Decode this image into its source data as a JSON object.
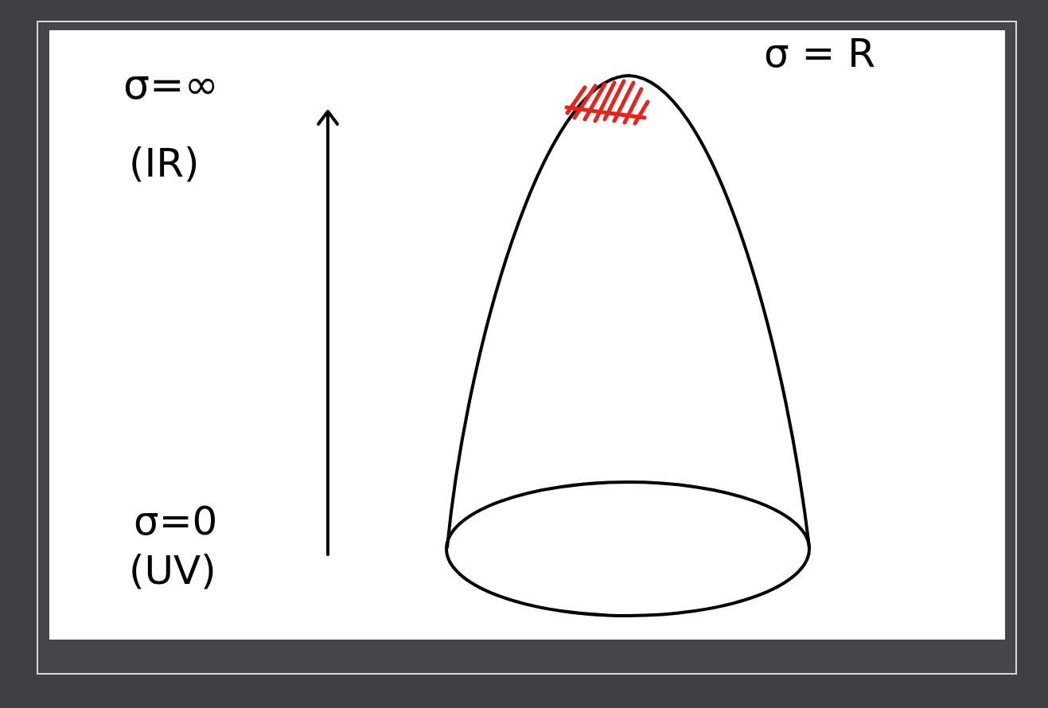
{
  "diagram": {
    "labels": [
      "σ=∞",
      "(IR)",
      "σ=0",
      "(UV)",
      "σ = R"
    ]
  }
}
